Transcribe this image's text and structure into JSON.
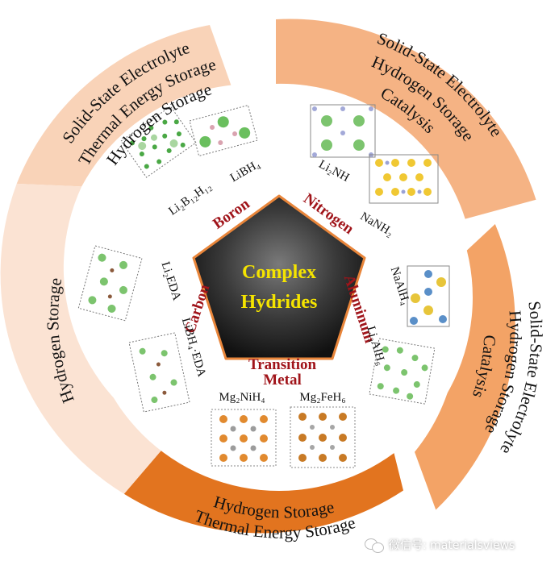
{
  "center": {
    "line1": "Complex",
    "line2": "Hydrides"
  },
  "elements": {
    "boron": "Boron",
    "nitrogen": "Nitrogen",
    "aluminum": "Aluminum",
    "transition1": "Transition",
    "transition2": "Metal",
    "carbon": "Carbon"
  },
  "compounds": {
    "li2b12h12": "Li₂B₁₂H₁₂",
    "libh4": "LiBH₄",
    "li2nh": "Li₂NH",
    "nanh2": "NaNH₂",
    "naalh4": "NaAlH₄",
    "li3alh6": "Li₃AlH₆",
    "mg2nih4": "Mg₂NiH₄",
    "mg2feh6": "Mg₂FeH₆",
    "li2eda": "Li₂EDA",
    "libh4eda": "LiBH₄·EDA"
  },
  "applications": {
    "top_left": [
      "Solid-State Electrolyte",
      "Thermal Energy Storage",
      "Hydrogen Storage"
    ],
    "top_right": [
      "Solid-State Electrolyte",
      "Hydrogen Storage",
      "Catalysis"
    ],
    "right": [
      "Solid-State Electrolyte",
      "Hydrogen Storage",
      "Catalysis"
    ],
    "bottom": [
      "Hydrogen Storage",
      "Thermal Energy Storage"
    ],
    "left": [
      "Hydrogen Storage"
    ]
  },
  "watermark": "微信号: materialsviews",
  "colors": {
    "seg_top_left": "#f9d3b8",
    "seg_top_right": "#f5b384",
    "seg_right": "#f3a366",
    "seg_bottom": "#e2741f",
    "seg_left": "#fbe3d3",
    "element_label": "#a0141a",
    "center_text": "#f5e400",
    "pentagon_border": "#e8853a"
  }
}
